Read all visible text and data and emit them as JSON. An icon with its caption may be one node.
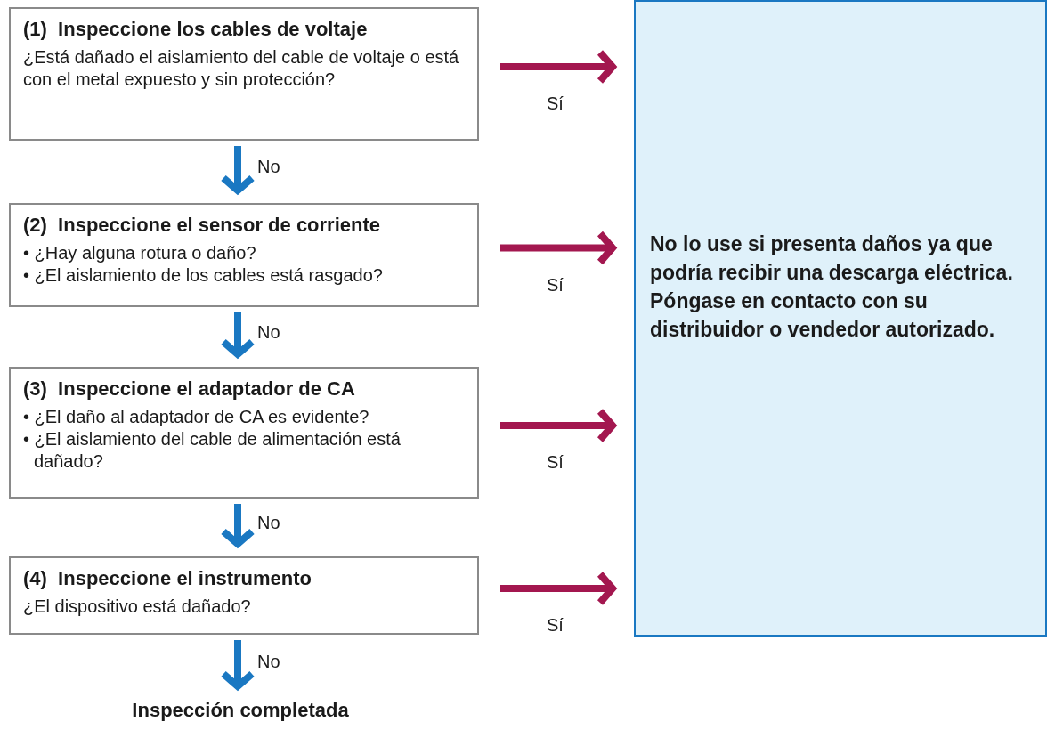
{
  "diagram": {
    "nodes": [
      {
        "text": [
          "(1)  Inspeccione los cables de voltaje",
          "¿Está dañado el aislamiento del cable de voltaje o está con el metal expuesto y sin protección?"
        ]
      },
      {
        "text": [
          "(2)  Inspeccione el sensor de corriente",
          "• ¿Hay alguna rotura o daño?",
          "• ¿El aislamiento de los cables está rasgado?"
        ]
      },
      {
        "text": [
          "(3)  Inspeccione el adaptador de CA",
          "• ¿El daño al adaptador de CA es evidente?",
          "• ¿El aislamiento del cable de alimentación está dañado?"
        ]
      },
      {
        "text": [
          "(4)  Inspeccione el instrumento",
          "¿El dispositivo está dañado?"
        ]
      },
      {
        "text": [
          "No lo use si presenta daños ya que podría recibir una descarga eléctrica.",
          "Póngase en contacto con su distribuidor o vendedor autorizado."
        ]
      },
      {
        "text": [
          "Inspección completada"
        ]
      }
    ],
    "edges": [
      {
        "from": 0,
        "to": 4,
        "arrow": "to",
        "label": "Sí",
        "color": "#a3174f"
      },
      {
        "from": 0,
        "to": 1,
        "arrow": "to",
        "label": "No",
        "color": "#1a78c2"
      },
      {
        "from": 1,
        "to": 4,
        "arrow": "to",
        "label": "Sí",
        "color": "#a3174f"
      },
      {
        "from": 1,
        "to": 2,
        "arrow": "to",
        "label": "No",
        "color": "#1a78c2"
      },
      {
        "from": 2,
        "to": 4,
        "arrow": "to",
        "label": "Sí",
        "color": "#a3174f"
      },
      {
        "from": 2,
        "to": 3,
        "arrow": "to",
        "label": "No",
        "color": "#1a78c2"
      },
      {
        "from": 3,
        "to": 4,
        "arrow": "to",
        "label": "Sí",
        "color": "#a3174f"
      },
      {
        "from": 3,
        "to": 5,
        "arrow": "to",
        "label": "No",
        "color": "#1a78c2"
      }
    ]
  }
}
